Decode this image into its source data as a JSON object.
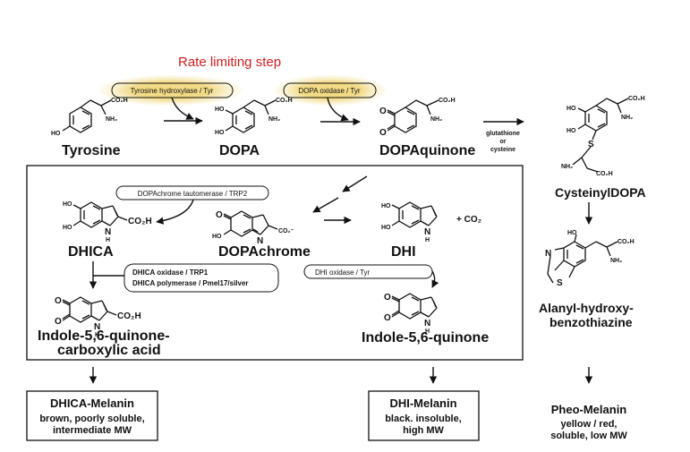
{
  "rate_limiting": {
    "label": "Rate limiting step",
    "color": "#cc1f1f",
    "highlight_color": "#f3dc8a"
  },
  "enzymes": {
    "tyrosine_hydroxylase": "Tyrosine hydroxylase / Tyr",
    "dopa_oxidase": "DOPA oxidase / Tyr",
    "dopachrome_tautomerase": "DOPAchrome tautomerase / TRP2",
    "dhica_oxidase": "DHICA oxidase / TRP1",
    "dhica_polymerase": "DHICA polymerase / Pmel17/silver",
    "dhi_oxidase": "DHI oxidase / Tyr",
    "glutathione_1": "glutathione",
    "glutathione_2": "or",
    "glutathione_3": "cysteine"
  },
  "compounds": {
    "tyrosine": "Tyrosine",
    "dopa": "DOPA",
    "dopaquinone": "DOPAquinone",
    "cysteinyldopa": "CysteinylDOPA",
    "dhica": "DHICA",
    "dopachrome": "DOPAchrome",
    "dhi": "DHI",
    "alanyl_1": "Alanyl-hydroxy-",
    "alanyl_2": "benzothiazine",
    "iqca_1": "Indole-5,6-quinone-",
    "iqca_2": "carboxylic acid",
    "iq": "Indole-5,6-quinone"
  },
  "atoms": {
    "ho": "HO",
    "o": "O",
    "co2h": "CO₂H",
    "nh2": "NH₂",
    "nh": "N",
    "h": "H",
    "s": "S",
    "plus_co2": "+ CO₂",
    "n": "N",
    "co2_minus": "CO₂⁻"
  },
  "products": {
    "dhica_melanin": {
      "title": "DHICA-Melanin",
      "line1": "brown, poorly soluble,",
      "line2": "intermediate MW"
    },
    "dhi_melanin": {
      "title": "DHI-Melanin",
      "line1": "black. insoluble,",
      "line2": "high MW"
    },
    "pheo_melanin": {
      "title": "Pheo-Melanin",
      "line1": "yellow / red,",
      "line2": "soluble, low MW"
    }
  }
}
